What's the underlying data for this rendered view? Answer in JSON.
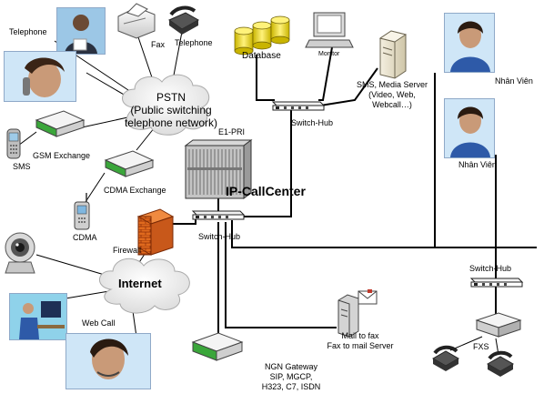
{
  "labels": {
    "telephone_left": "Telephone",
    "fax": "Fax",
    "telephone_top": "Telephone",
    "database": "Database",
    "monitor": "Monitor",
    "sms_media_server": [
      "SMS, Media Server",
      "(Video, Web,",
      "Webcall…)"
    ],
    "nhan_vien_1": "Nhân Viên",
    "nhan_vien_2": "Nhân Viên",
    "pstn": [
      "PSTN",
      "(Public switching",
      "telephone network)"
    ],
    "gsm_exchange": "GSM Exchange",
    "sms": "SMS",
    "cdma_exchange": "CDMA Exchange",
    "cdma": "CDMA",
    "e1_pri": "E1-PRI",
    "ip_callcenter": "IP-CallCenter",
    "switch_hub_top": "Switch-Hub",
    "switch_hub_center": "Switch-Hub",
    "switch_hub_right": "Switch-Hub",
    "firewall": "Firewall",
    "internet": "Internet",
    "web_call": "Web Call",
    "mail_to_fax": [
      "Mail to fax",
      "Fax to mail Server"
    ],
    "ngn_gateway": [
      "NGN Gateway",
      "SIP, MGCP,",
      "H323, C7, ISDN"
    ],
    "fxs": "FXS"
  },
  "colors": {
    "line": "#000000",
    "cloud_fill": "#eeeeee",
    "cloud_stroke": "#aaaaaa",
    "database_fill": "#f2e32a",
    "firewall_fill": "#e06a1e",
    "device_fill": "#e8e8e8",
    "device_green": "#3aa63a",
    "photo_bg": "#cfe6f7"
  },
  "icons": [
    "telephone-icon",
    "fax-icon",
    "database-icon",
    "monitor-icon",
    "server-icon",
    "cloud-icon",
    "mobile-phone-icon",
    "exchange-icon",
    "pbx-icon",
    "switch-hub-icon",
    "firewall-icon",
    "webcam-icon",
    "gateway-icon",
    "mail-server-icon",
    "fxs-icon",
    "person-photo-icon"
  ]
}
